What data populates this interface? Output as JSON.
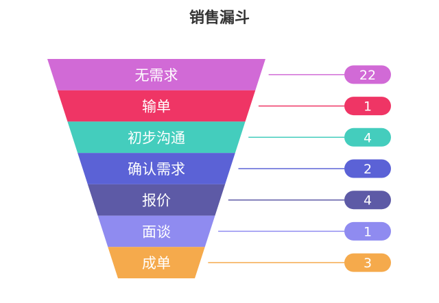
{
  "chart_data": {
    "type": "funnel",
    "title": "销售漏斗",
    "stages": [
      {
        "label": "无需求",
        "value": 22,
        "color": "#d16ad6"
      },
      {
        "label": "输单",
        "value": 1,
        "color": "#ef3565"
      },
      {
        "label": "初步沟通",
        "value": 4,
        "color": "#44cdbd"
      },
      {
        "label": "确认需求",
        "value": 2,
        "color": "#5b62d6"
      },
      {
        "label": "报价",
        "value": 4,
        "color": "#5d5aa6"
      },
      {
        "label": "面谈",
        "value": 1,
        "color": "#8f8bf0"
      },
      {
        "label": "成单",
        "value": 3,
        "color": "#f5aa4c"
      }
    ]
  }
}
